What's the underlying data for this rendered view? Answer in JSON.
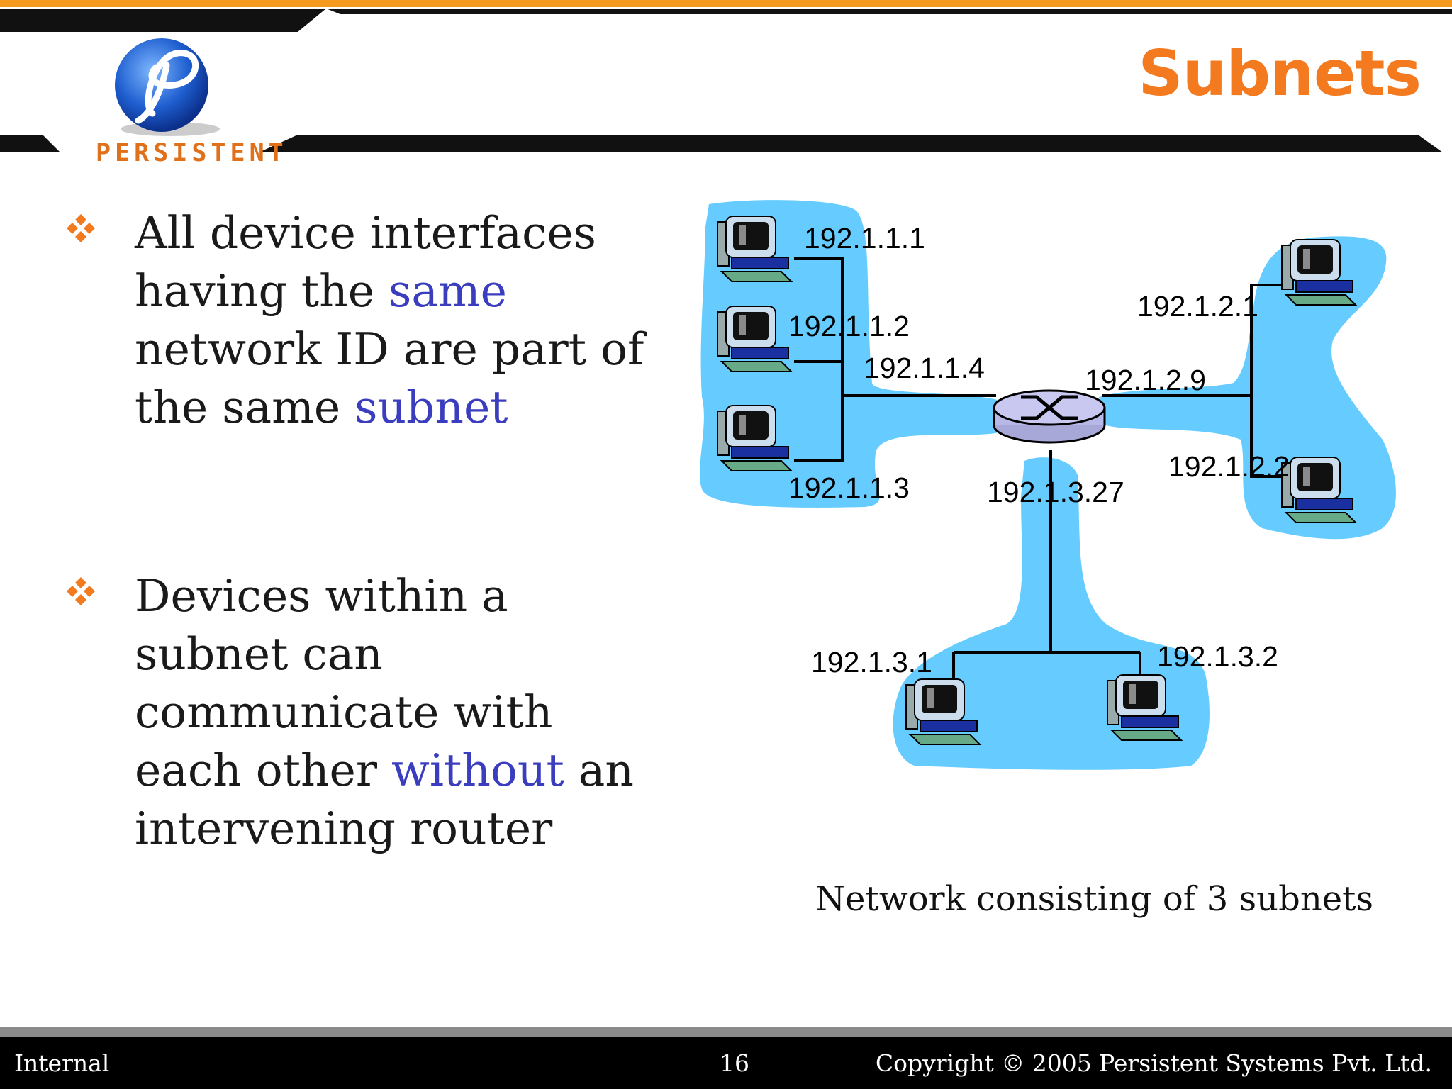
{
  "header": {
    "title": "Subnets",
    "logo_text": "PERSISTENT",
    "colors": {
      "accent": "#f37a1f",
      "highlight": "#3b3dbf",
      "subnet_fill": "#66ccff"
    }
  },
  "bullets": [
    {
      "parts": [
        "All device interfaces having the ",
        "same",
        " network ID are part of the same ",
        "subnet"
      ]
    },
    {
      "parts": [
        "Devices within a subnet can communicate with each other ",
        "without",
        " an intervening router"
      ]
    }
  ],
  "diagram": {
    "labels": {
      "h111": "192.1.1.1",
      "h112": "192.1.1.2",
      "r114": "192.1.1.4",
      "h113": "192.1.1.3",
      "h121": "192.1.2.1",
      "r129": "192.1.2.9",
      "h122": "192.1.2.2",
      "r1327": "192.1.3.27",
      "h131": "192.1.3.1",
      "h132": "192.1.3.2"
    },
    "caption": "Network consisting of 3 subnets"
  },
  "footer": {
    "left": "Internal",
    "page": "16",
    "copyright": "Copyright © 2005 Persistent Systems Pvt. Ltd."
  }
}
